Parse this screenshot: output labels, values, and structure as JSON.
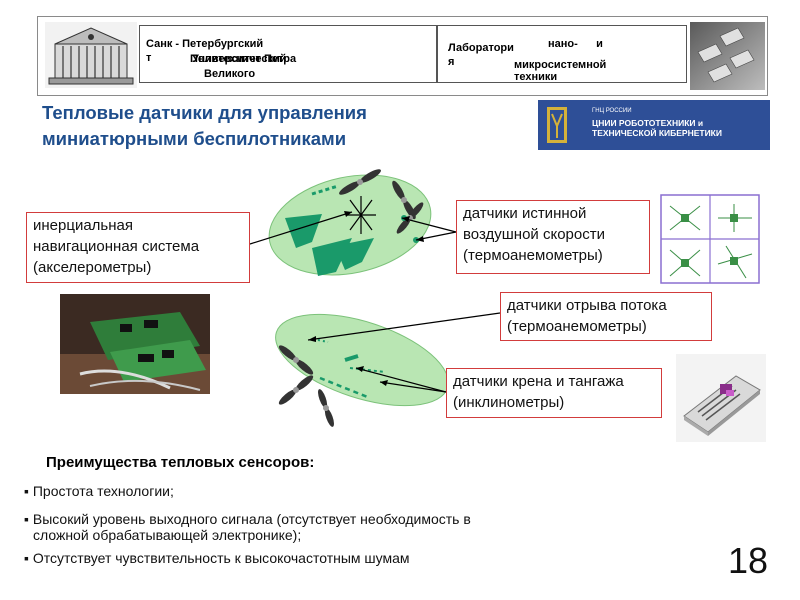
{
  "header": {
    "university": {
      "line1": "Санк - Петербургский",
      "line1b": "т",
      "overlap_a": "Политехнический",
      "overlap_b": "Университет Петра",
      "line3": "Великого"
    },
    "lab": {
      "line1": "Лаборатори",
      "line1b": "нано-      и",
      "line2": "я",
      "line3": "микросистемной",
      "line4": "техники"
    }
  },
  "title": {
    "line1": "Тепловые датчики для управления",
    "line2": "миниатюрными беспилотниками"
  },
  "badge": {
    "small": "ГНЦ РОССИИ",
    "line1": "ЦНИИ РОБОТОТЕХНИКИ и",
    "line2": "ТЕХНИЧЕСКОЙ КИБЕРНЕТИКИ"
  },
  "labels": {
    "ins": [
      "инерциальная",
      "навигационная система",
      "(акселерометры)"
    ],
    "airspeed": [
      "датчики истинной",
      "воздушной скорости",
      "(термоанемометры)"
    ],
    "separation": [
      "датчики отрыва потока",
      "(термоанемометры)"
    ],
    "roll": [
      "датчики крена и тангажа",
      "(инклинометры)"
    ]
  },
  "advantages": {
    "heading": "Преимущества тепловых сенсоров:",
    "items": [
      "Простота технологии;",
      "Высокий уровень выходного сигнала (отсутствует необходимость в",
      "сложной обрабатывающей электронике);",
      "Отсутствует чувствительность к высокочастотным шумам"
    ]
  },
  "page_number": "18",
  "colors": {
    "title": "#1f4e8c",
    "label_border": "#d23c3c",
    "wing": "#b9e6b3",
    "sensor": "#1a9a6a",
    "badge": "#2e4f97"
  },
  "icons": [
    "university-building-icon",
    "propeller-icon",
    "microchip-icon",
    "sensor-array-icon"
  ]
}
